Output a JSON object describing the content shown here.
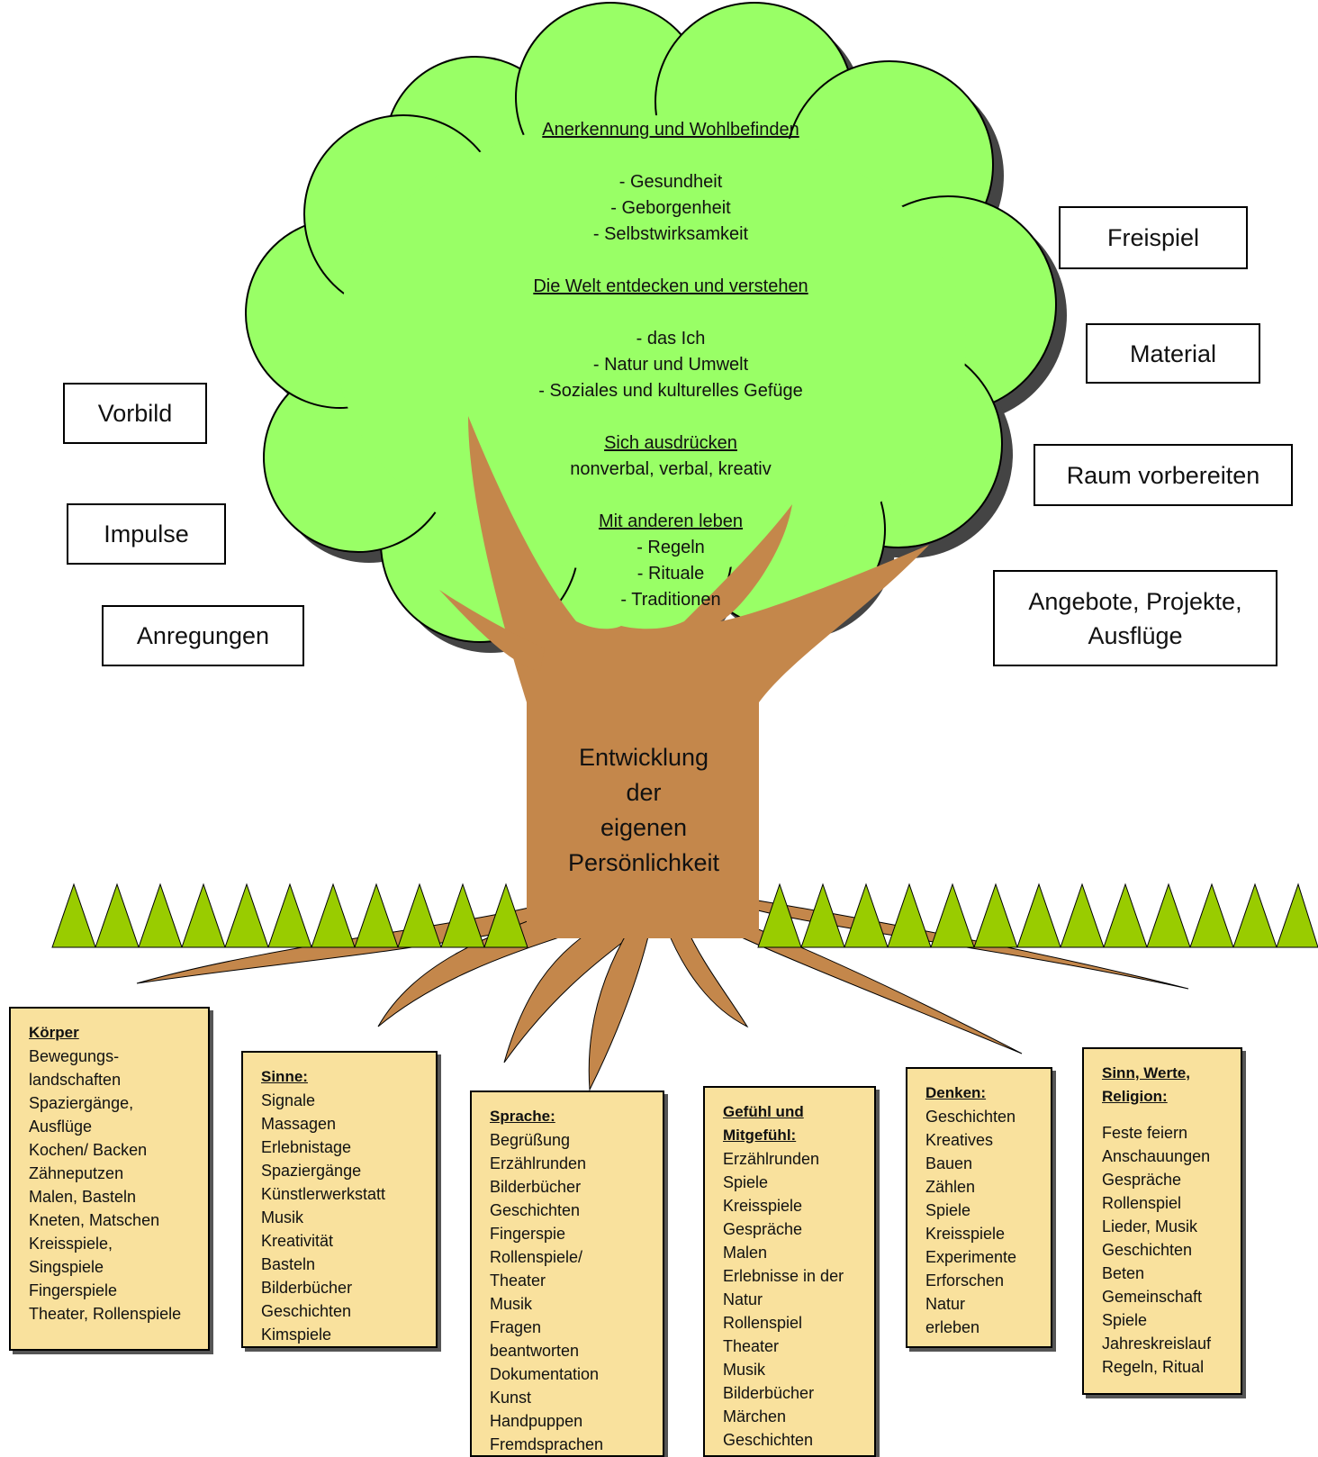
{
  "crown": {
    "s1_title": "Anerkennung und Wohlbefinden",
    "s1_items": [
      "- Gesundheit",
      "- Geborgenheit",
      "- Selbstwirksamkeit"
    ],
    "s2_title": "Die Welt entdecken und verstehen",
    "s2_items": [
      "- das Ich",
      "- Natur und Umwelt",
      "- Soziales und kulturelles Gefüge"
    ],
    "s3_title": "Sich ausdrücken",
    "s3_items": [
      "nonverbal, verbal, kreativ"
    ],
    "s4_title": "Mit anderen leben",
    "s4_items": [
      "- Regeln",
      "- Rituale",
      "- Traditionen"
    ]
  },
  "trunk": {
    "lines": [
      "Entwicklung",
      "der",
      "eigenen",
      "Persönlichkeit"
    ]
  },
  "left_boxes": [
    "Vorbild",
    "Impulse",
    "Anregungen"
  ],
  "right_boxes": [
    "Freispiel",
    "Material",
    "Raum vorbereiten",
    "Angebote, Projekte, Ausflüge"
  ],
  "roots": [
    {
      "title": "Körper",
      "items": [
        "Bewegungs-",
        "landschaften",
        "Spaziergänge,",
        "Ausflüge",
        "Kochen/ Backen",
        "Zähneputzen",
        "Malen, Basteln",
        "Kneten, Matschen",
        "Kreisspiele,",
        "Singspiele",
        "Fingerspiele",
        "Theater, Rollenspiele"
      ]
    },
    {
      "title": "Sinne:",
      "items": [
        "Signale",
        "Massagen",
        "Erlebnistage",
        "Spaziergänge",
        "Künstlerwerkstatt",
        "Musik",
        "Kreativität",
        "Basteln",
        "Bilderbücher",
        "Geschichten",
        "Kimspiele"
      ]
    },
    {
      "title": "Sprache:",
      "items": [
        "Begrüßung",
        "Erzählrunden",
        "Bilderbücher",
        "Geschichten",
        "Fingerspie",
        "Rollenspiele/",
        "Theater",
        "Musik",
        "Fragen",
        "beantworten",
        "Dokumentation",
        "Kunst",
        "Handpuppen",
        "Fremdsprachen"
      ]
    },
    {
      "title": "Gefühl und Mitgefühl:",
      "items": [
        "Erzählrunden",
        "Spiele",
        "Kreisspiele",
        "Gespräche",
        "Malen",
        "Erlebnisse in der",
        "Natur",
        "Rollenspiel",
        "Theater",
        "Musik",
        "Bilderbücher",
        "Märchen",
        "Geschichten"
      ]
    },
    {
      "title": "Denken:",
      "items": [
        "Geschichten",
        "Kreatives",
        "Bauen",
        "Zählen",
        "Spiele",
        "Kreisspiele",
        "Experimente",
        "Erforschen",
        "Natur",
        "erleben"
      ]
    },
    {
      "title": "Sinn, Werte, Religion:",
      "items": [
        "Feste feiern",
        "Anschauungen",
        "Gespräche",
        "Rollenspiel",
        "Lieder, Musik",
        "Geschichten",
        "Beten",
        "Gemeinschaft",
        "Spiele",
        "Jahreskreislauf",
        "Regeln, Ritual"
      ]
    }
  ],
  "colors": {
    "crown": "#99ff66",
    "trunk": "#c4874b",
    "grass": "#99cc00",
    "note": "#f9e19d"
  }
}
